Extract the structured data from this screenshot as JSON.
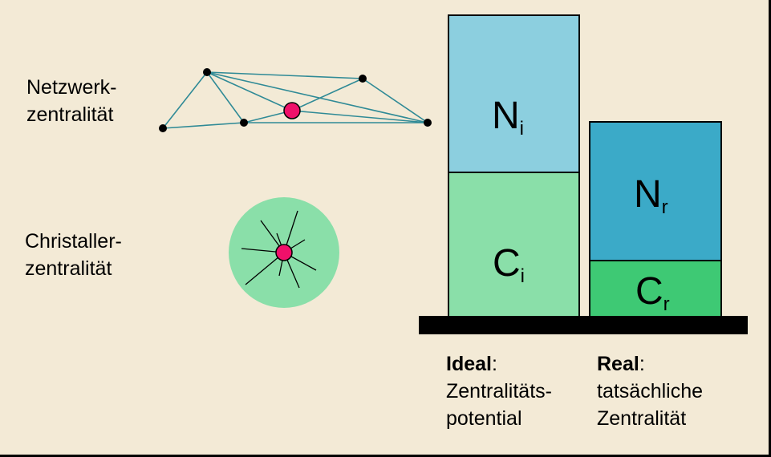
{
  "left_labels": {
    "network": [
      "Netzwerk-",
      "zentralität"
    ],
    "christaller": [
      "Christaller-",
      "zentralität"
    ]
  },
  "boxes": {
    "ni": {
      "main": "N",
      "sub": "i",
      "color": "#8ccfdf"
    },
    "ci": {
      "main": "C",
      "sub": "i",
      "color": "#8adfa9"
    },
    "nr": {
      "main": "N",
      "sub": "r",
      "color": "#3baac8"
    },
    "cr": {
      "main": "C",
      "sub": "r",
      "color": "#3ec974"
    }
  },
  "captions": {
    "ideal": {
      "head": "Ideal",
      "colon": ":",
      "lines": [
        "Zentralitäts-",
        "potential"
      ]
    },
    "real": {
      "head": "Real",
      "colon": ":",
      "lines": [
        "tatsächliche",
        "Zentralität"
      ]
    }
  },
  "colors": {
    "background": "#f3ead6",
    "network_line": "#2f8a96",
    "center_node": "#f0106a",
    "christaller_circle": "#8adfa9",
    "base_bar": "#000000"
  }
}
